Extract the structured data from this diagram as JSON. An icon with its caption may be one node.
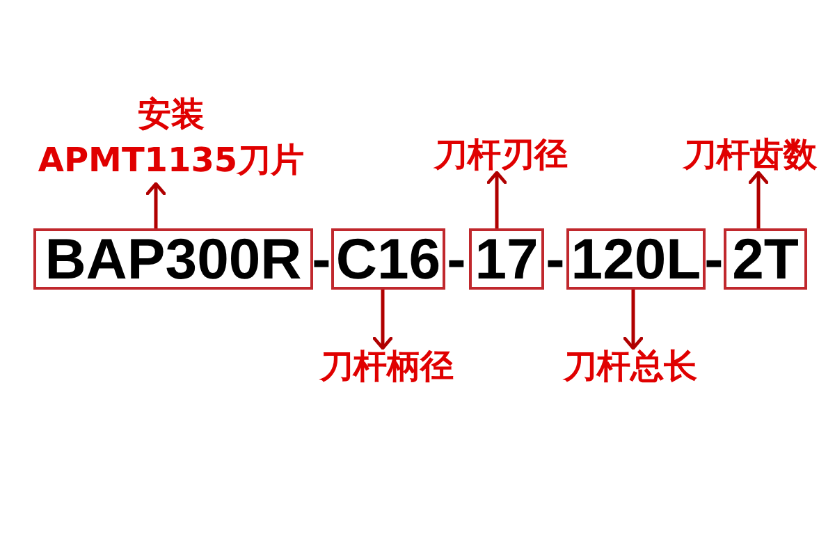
{
  "diagram": {
    "nodes": [
      {
        "text": [
          "安装",
          "APMT1135刀片"
        ]
      },
      {
        "text": [
          "刀杆刃径"
        ]
      },
      {
        "text": [
          "刀杆齿数"
        ]
      },
      {
        "text": [
          "BAP300R"
        ]
      },
      {
        "text": [
          "C16"
        ]
      },
      {
        "text": [
          "17"
        ]
      },
      {
        "text": [
          "120L"
        ]
      },
      {
        "text": [
          "2T"
        ]
      },
      {
        "text": [
          "刀杆柄径"
        ]
      },
      {
        "text": [
          "刀杆总长"
        ]
      }
    ],
    "edges": [
      {
        "from": 3,
        "to": 0,
        "arrow": "to"
      },
      {
        "from": 4,
        "to": 8,
        "arrow": "to"
      },
      {
        "from": 5,
        "to": 1,
        "arrow": "to"
      },
      {
        "from": 6,
        "to": 9,
        "arrow": "to"
      },
      {
        "from": 7,
        "to": 2,
        "arrow": "to"
      }
    ],
    "labels": [
      "-",
      "-",
      "-",
      "-"
    ]
  }
}
